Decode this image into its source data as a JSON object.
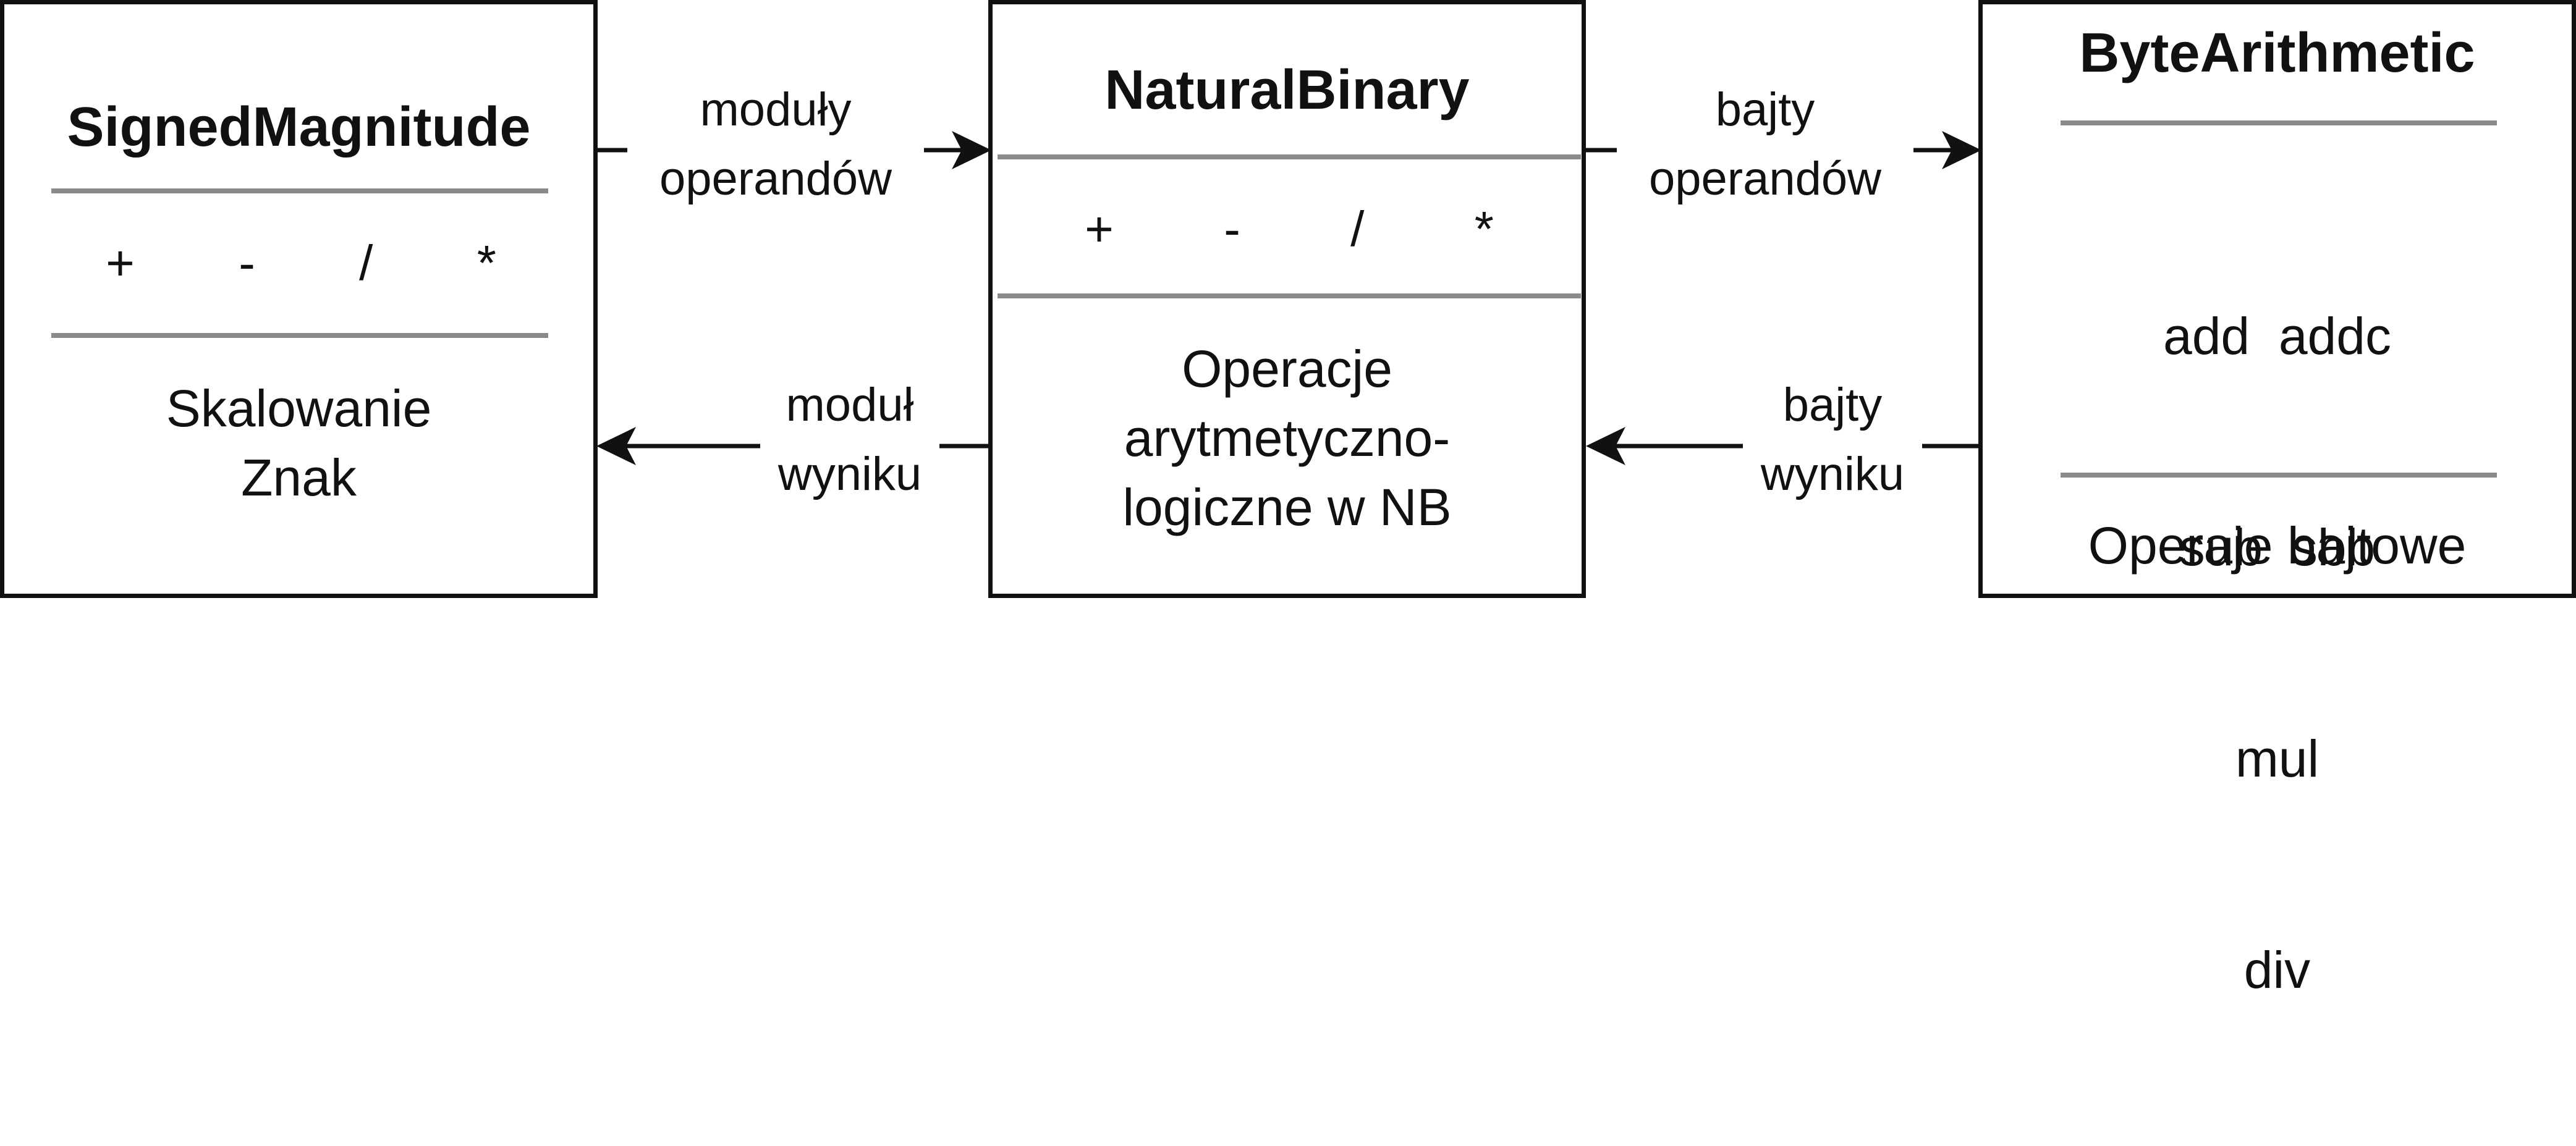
{
  "boxes": {
    "signed": {
      "title": "SignedMagnitude",
      "ops": [
        "+",
        "-",
        "/",
        "*"
      ],
      "body": [
        "Skalowanie",
        "Znak"
      ]
    },
    "natural": {
      "title": "NaturalBinary",
      "ops": [
        "+",
        "-",
        "/",
        "*"
      ],
      "body": [
        "Operacje",
        "arytmetyczno-",
        "logiczne w NB"
      ]
    },
    "byte": {
      "title": "ByteArithmetic",
      "ops_lines": [
        "add  addc",
        "sub  sbb",
        "mul",
        "div"
      ],
      "body": [
        "Operaje bajtowe"
      ]
    }
  },
  "arrows": {
    "top_left": [
      "moduły",
      "operandów"
    ],
    "top_right": [
      "bajty",
      "operandów"
    ],
    "bottom_left": [
      "moduł",
      "wyniku"
    ],
    "bottom_right": [
      "bajty",
      "wyniku"
    ]
  }
}
